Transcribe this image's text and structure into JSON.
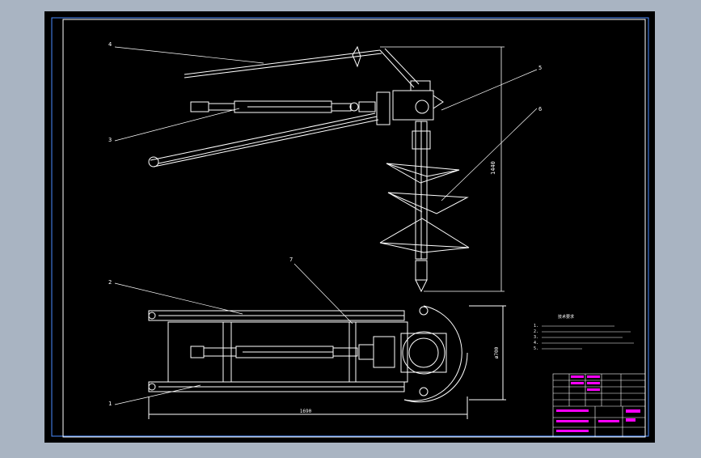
{
  "drawing": {
    "colors": {
      "app_background": "#a9b4c2",
      "canvas": "#000000",
      "lines": "#ffffff",
      "title_text": "#ff00ff",
      "title_border": "#ffffff"
    },
    "balloons": [
      {
        "id": "1",
        "label": "1"
      },
      {
        "id": "2",
        "label": "2"
      },
      {
        "id": "3",
        "label": "3"
      },
      {
        "id": "4",
        "label": "4"
      },
      {
        "id": "5",
        "label": "5"
      },
      {
        "id": "6",
        "label": "6"
      },
      {
        "id": "7",
        "label": "7"
      }
    ],
    "dimensions": {
      "height": "1440",
      "diameter": "ø700",
      "width": "1690"
    },
    "technical_requirements": {
      "title": "技术要求",
      "items": [
        "1.",
        "2.",
        "3.",
        "4.",
        "5."
      ]
    },
    "title_block": {
      "drawing_name": "",
      "scale": ""
    }
  }
}
